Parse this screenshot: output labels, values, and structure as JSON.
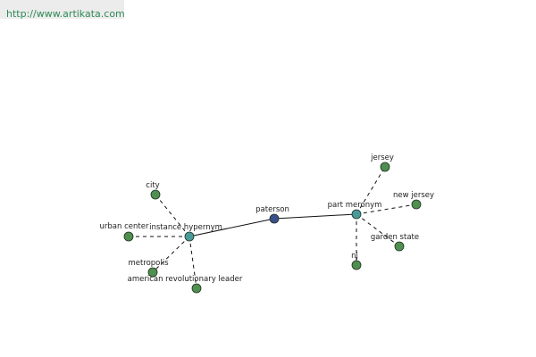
{
  "header": {
    "url_text": "http://www.artikata.com"
  },
  "colors": {
    "link": "#2e8b57",
    "center_node": "#3a4f8c",
    "relation_node": "#4a9a9a",
    "leaf_node": "#4f8f4f",
    "node_stroke": "#1f2f1f",
    "edge": "#111111"
  },
  "graph": {
    "center": {
      "id": "paterson",
      "label": "paterson"
    },
    "relations": [
      {
        "id": "instance-hypernym",
        "label": "instance hypernym"
      },
      {
        "id": "part-meronym",
        "label": "part meronym"
      }
    ],
    "leaves": [
      {
        "id": "city",
        "label": "city",
        "relation": "instance-hypernym"
      },
      {
        "id": "urban-center",
        "label": "urban center",
        "relation": "instance-hypernym"
      },
      {
        "id": "metropolis",
        "label": "metropolis",
        "relation": "instance-hypernym"
      },
      {
        "id": "american-revolutionary-leader",
        "label": "american revolutionary leader",
        "relation": "instance-hypernym"
      },
      {
        "id": "jersey",
        "label": "jersey",
        "relation": "part-meronym"
      },
      {
        "id": "new-jersey",
        "label": "new jersey",
        "relation": "part-meronym"
      },
      {
        "id": "garden-state",
        "label": "garden state",
        "relation": "part-meronym"
      },
      {
        "id": "nj",
        "label": "nj",
        "relation": "part-meronym"
      }
    ]
  }
}
